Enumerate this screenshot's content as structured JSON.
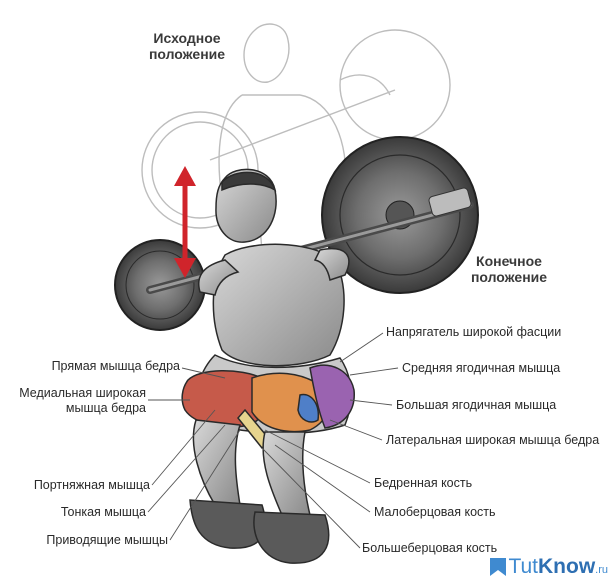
{
  "positions": {
    "start": [
      "Исходное",
      "положение"
    ],
    "end": [
      "Конечное",
      "положение"
    ]
  },
  "labels_left": [
    [
      "Прямая мышца бедра"
    ],
    [
      "Медиальная широкая",
      "мышца бедра"
    ],
    [
      "Портняжная мышца"
    ],
    [
      "Тонкая мышца"
    ],
    [
      "Приводящие мышцы"
    ]
  ],
  "labels_right": [
    "Напрягатель широкой фасции",
    "Средняя ягодичная мышца",
    "Большая ягодичная мышца",
    "Латеральная широкая мышца бедра",
    "Бедренная кость",
    "Малоберцовая кость",
    "Большеберцовая кость"
  ],
  "watermark": {
    "part1": "Tut",
    "part2": "Know",
    "suffix": ".ru"
  },
  "colors": {
    "arrow": "#d0242b",
    "muscle_red": "#c65a4a",
    "muscle_orange": "#e0914d",
    "muscle_purple": "#9a63b0",
    "muscle_blue": "#4f7fc8",
    "bone": "#e6d48e",
    "brand": "#3f8ad0"
  }
}
